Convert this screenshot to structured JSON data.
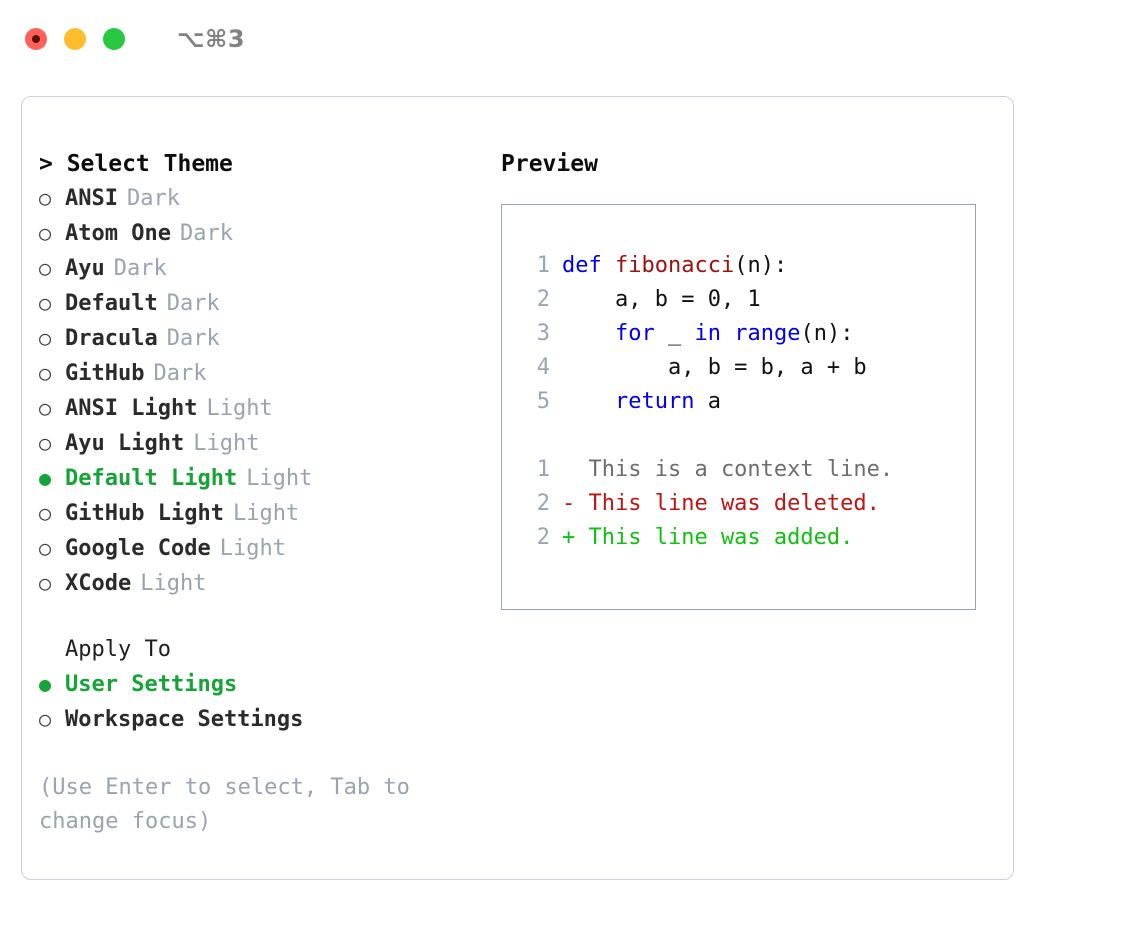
{
  "titlebar": {
    "shortcut": "⌥⌘3",
    "lights": [
      "close-red",
      "minimize-yellow",
      "maximize-green"
    ]
  },
  "theme_picker": {
    "header": "> Select Theme",
    "items": [
      {
        "marker": "○",
        "label": "ANSI",
        "tag": "Dark",
        "selected": false
      },
      {
        "marker": "○",
        "label": "Atom One",
        "tag": "Dark",
        "selected": false
      },
      {
        "marker": "○",
        "label": "Ayu",
        "tag": "Dark",
        "selected": false
      },
      {
        "marker": "○",
        "label": "Default",
        "tag": "Dark",
        "selected": false
      },
      {
        "marker": "○",
        "label": "Dracula",
        "tag": "Dark",
        "selected": false
      },
      {
        "marker": "○",
        "label": "GitHub",
        "tag": "Dark",
        "selected": false
      },
      {
        "marker": "○",
        "label": "ANSI Light",
        "tag": "Light",
        "selected": false
      },
      {
        "marker": "○",
        "label": "Ayu Light",
        "tag": "Light",
        "selected": false
      },
      {
        "marker": "●",
        "label": "Default Light",
        "tag": "Light",
        "selected": true
      },
      {
        "marker": "○",
        "label": "GitHub Light",
        "tag": "Light",
        "selected": false
      },
      {
        "marker": "○",
        "label": "Google Code",
        "tag": "Light",
        "selected": false
      },
      {
        "marker": "○",
        "label": "XCode",
        "tag": "Light",
        "selected": false
      }
    ]
  },
  "apply_to": {
    "header": "Apply To",
    "items": [
      {
        "marker": "●",
        "label": "User Settings",
        "selected": true
      },
      {
        "marker": "○",
        "label": "Workspace Settings",
        "selected": false
      }
    ]
  },
  "hint": "(Use Enter to select, Tab to change focus)",
  "preview": {
    "title": "Preview",
    "code_lines": [
      {
        "no": "1",
        "segments": [
          {
            "text": "def ",
            "style": "kw"
          },
          {
            "text": "fibonacci",
            "style": "fn"
          },
          {
            "text": "(n):",
            "style": "plain"
          }
        ]
      },
      {
        "no": "2",
        "segments": [
          {
            "text": "    a, b = 0, 1",
            "style": "plain"
          }
        ]
      },
      {
        "no": "3",
        "segments": [
          {
            "text": "    ",
            "style": "plain"
          },
          {
            "text": "for",
            "style": "kw"
          },
          {
            "text": " _ ",
            "style": "plain"
          },
          {
            "text": "in",
            "style": "kw"
          },
          {
            "text": " ",
            "style": "plain"
          },
          {
            "text": "range",
            "style": "kw"
          },
          {
            "text": "(n):",
            "style": "plain"
          }
        ]
      },
      {
        "no": "4",
        "segments": [
          {
            "text": "        a, b = b, a + b",
            "style": "plain"
          }
        ]
      },
      {
        "no": "5",
        "segments": [
          {
            "text": "    ",
            "style": "plain"
          },
          {
            "text": "return",
            "style": "kw"
          },
          {
            "text": " a",
            "style": "plain"
          }
        ]
      }
    ],
    "diff_lines": [
      {
        "no": "1",
        "text": "  This is a context line.",
        "kind": "context"
      },
      {
        "no": "2",
        "text": "- This line was deleted.",
        "kind": "deleted"
      },
      {
        "no": "2",
        "text": "+ This line was added.",
        "kind": "added"
      }
    ]
  },
  "colors": {
    "accent_green": "#16a436",
    "muted": "#9aa3b0",
    "keyword_blue": "#0000ee",
    "function_red": "#a01010",
    "diff_deleted": "#c01414",
    "diff_added": "#12c012",
    "panel_border": "#ccd2db",
    "preview_border": "#9aa5b4"
  }
}
